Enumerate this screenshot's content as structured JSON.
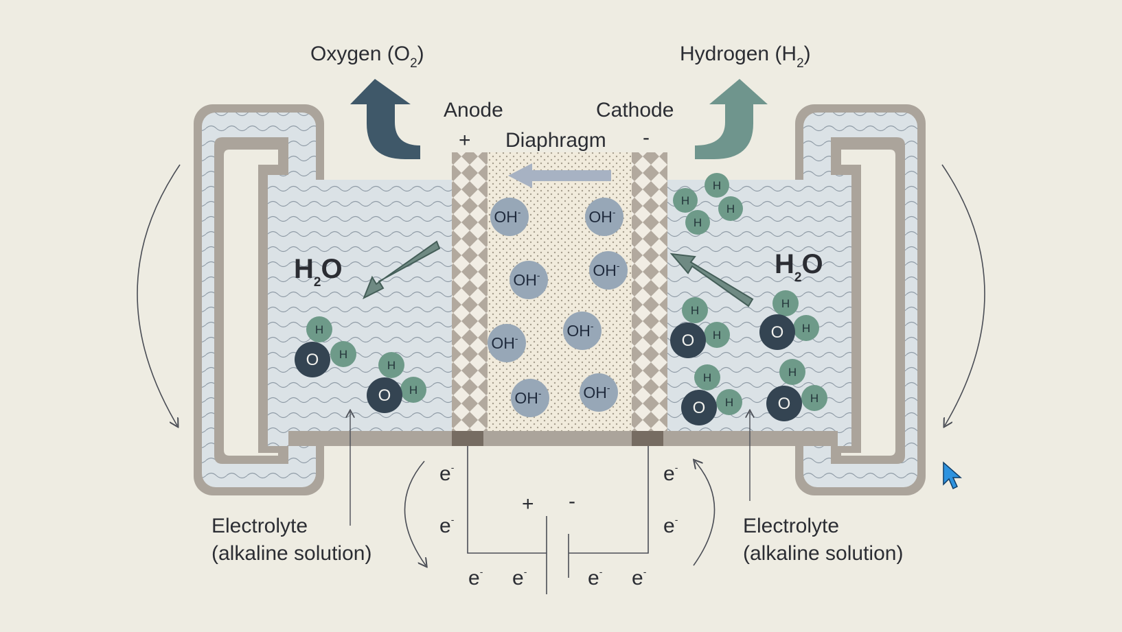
{
  "labels": {
    "oxygen": {
      "text": "Oxygen (O",
      "sub": "2",
      "close": ")"
    },
    "hydrogen": {
      "text": "Hydrogen (H",
      "sub": "2",
      "close": ")"
    },
    "anode": "Anode",
    "cathode": "Cathode",
    "diaphragm": "Diaphragm",
    "anode_sign": "+",
    "cathode_sign": "-",
    "water_left": {
      "base": "H",
      "sub": "2",
      "tail": "O"
    },
    "water_right": {
      "base": "H",
      "sub": "2",
      "tail": "O"
    },
    "electrolyte_left": [
      "Electrolyte",
      "(alkaline solution)"
    ],
    "electrolyte_right": [
      "Electrolyte",
      "(alkaline solution)"
    ],
    "battery_plus": "+",
    "battery_minus": "-"
  },
  "ion": {
    "base": "OH",
    "charge": "-"
  },
  "electron": {
    "base": "e",
    "charge": "-"
  },
  "atoms": {
    "hydrogen": "H",
    "oxygen": "O"
  },
  "colors": {
    "background": "#eeece2",
    "electrolyte": "#dbe2e6",
    "frame": "#aba49b",
    "diaphragm": "#f1ebdc",
    "oxygen_arrow": "#3f5869",
    "hydrogen_arrow": "#6f958d",
    "hydrogen_atom": "#6e9a89",
    "oxygen_atom": "#344452",
    "ion": "#97a7b7",
    "cursor": "#2e93df"
  }
}
